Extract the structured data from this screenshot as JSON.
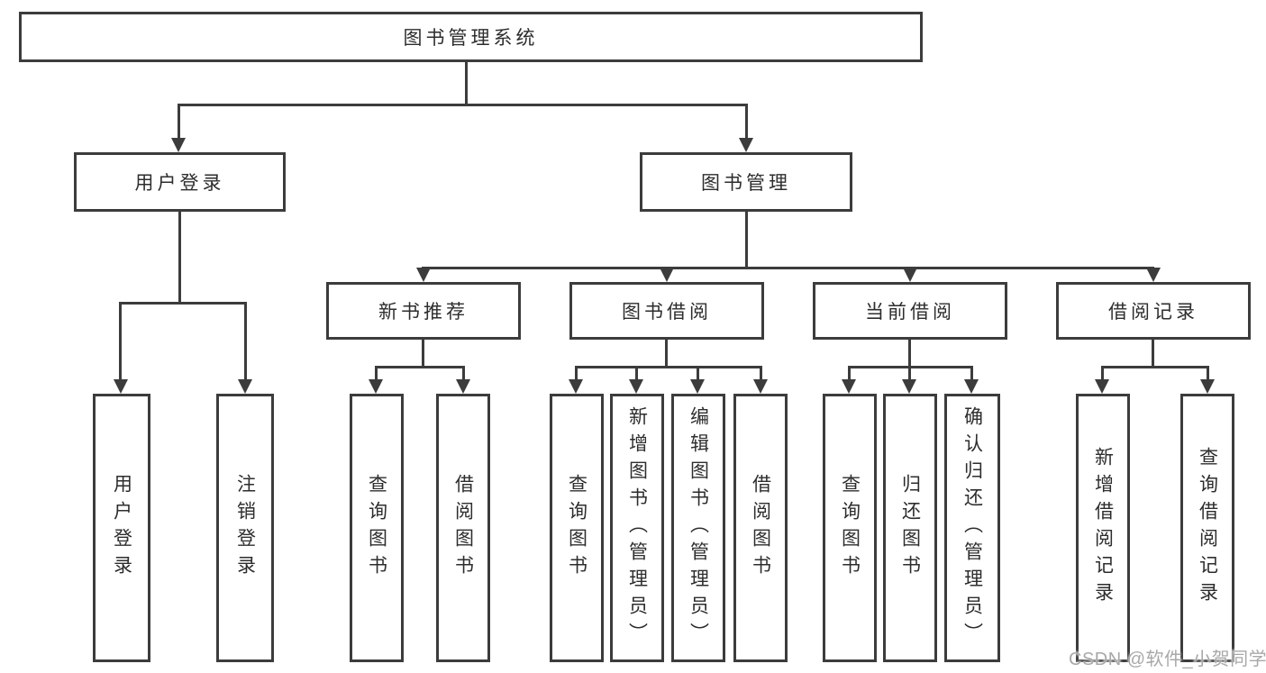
{
  "diagram": {
    "type": "hierarchy-tree",
    "colors": {
      "line": "#3c3c3c",
      "box_border": "#3c3c3c",
      "box_fill": "#ffffff",
      "text": "#2d2d2d",
      "watermark": "#a8a8a8",
      "background": "#ffffff"
    },
    "nodes": {
      "root": {
        "label": "图书管理系统"
      },
      "level2": [
        {
          "label": "用户登录"
        },
        {
          "label": "图书管理"
        }
      ],
      "level3": [
        {
          "label": "新书推荐"
        },
        {
          "label": "图书借阅"
        },
        {
          "label": "当前借阅"
        },
        {
          "label": "借阅记录"
        }
      ],
      "leaves": {
        "user_login": [
          {
            "label": "用户登录"
          },
          {
            "label": "注销登录"
          }
        ],
        "new_book": [
          {
            "label": "查询图书"
          },
          {
            "label": "借阅图书"
          }
        ],
        "book_borrow": [
          {
            "label": "查询图书"
          },
          {
            "label": "新增图书（管理员）"
          },
          {
            "label": "编辑图书（管理员）"
          },
          {
            "label": "借阅图书"
          }
        ],
        "current_borrow": [
          {
            "label": "查询图书"
          },
          {
            "label": "归还图书"
          },
          {
            "label": "确认归还（管理员）"
          }
        ],
        "borrow_record": [
          {
            "label": "新增借阅记录"
          },
          {
            "label": "查询借阅记录"
          }
        ]
      }
    }
  },
  "watermark": {
    "text": "CSDN @软件_小贺同学"
  }
}
